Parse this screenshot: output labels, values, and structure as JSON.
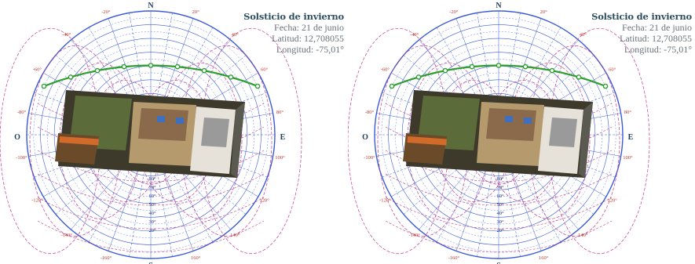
{
  "panels": [
    {
      "title": "Solsticio de invierno",
      "date": "Fecha: 21 de junio",
      "latitude": "Latitud: 12,708055",
      "longitude": "Longitud: -75,01°"
    },
    {
      "title": "Solsticio de invierno",
      "date": "Fecha: 21 de junio",
      "latitude": "Latitud: 12,708055",
      "longitude": "Longitud: -75,01°"
    }
  ],
  "cardinal": {
    "north": "N",
    "south": "S",
    "east": "E",
    "west": "O"
  },
  "azimuth_labels": [
    "160°",
    "140°",
    "120°",
    "100°",
    "80°",
    "60°",
    "40°",
    "20°",
    "-20°",
    "-40°",
    "-60°",
    "-80°",
    "-100°",
    "-120°",
    "-140°",
    "-160°"
  ],
  "altitude_labels": [
    "80°",
    "70°",
    "60°",
    "50°",
    "40°",
    "30°",
    "20°"
  ],
  "colors": {
    "grid_blue": "#3a5bd9",
    "grid_magenta": "#c2408f",
    "sun_path": "#2e9e2e",
    "label_red": "#c0392b"
  }
}
